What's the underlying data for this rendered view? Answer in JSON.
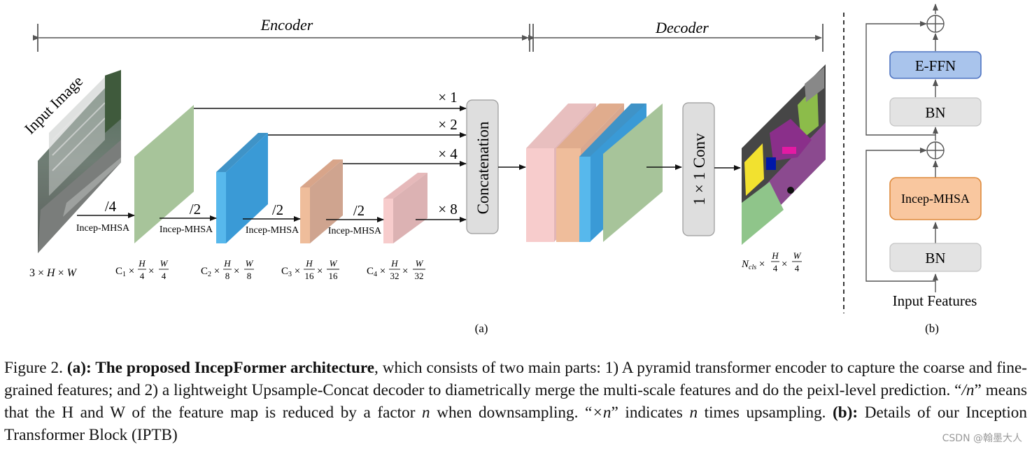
{
  "figure": {
    "encoder_label": "Encoder",
    "decoder_label": "Decoder",
    "input_label": "Input Image",
    "input_dims": "3 × H × W",
    "downsample": [
      "/4",
      "/2",
      "/2",
      "/2"
    ],
    "stage_block_label": "Incep-MHSA",
    "feature_dims": [
      {
        "c": "C",
        "sub": "1",
        "h": "4",
        "w": "4"
      },
      {
        "c": "C",
        "sub": "2",
        "h": "8",
        "w": "8"
      },
      {
        "c": "C",
        "sub": "3",
        "h": "16",
        "w": "16"
      },
      {
        "c": "C",
        "sub": "4",
        "h": "32",
        "w": "32"
      }
    ],
    "upsample": [
      "× 1",
      "× 2",
      "× 4",
      "× 8"
    ],
    "concat_label": "Concatenation",
    "conv_label": "1 × 1 Conv",
    "output_dims": {
      "n": "N",
      "sub": "cls",
      "h": "4",
      "w": "4"
    },
    "sub_a": "(a)",
    "sub_b": "(b)",
    "iptb": {
      "effn": "E-FFN",
      "bn_top": "BN",
      "mhsa": "Incep-MHSA",
      "bn_bottom": "BN",
      "input": "Input Features",
      "plus": "⊕"
    }
  },
  "caption": {
    "prefix": "Figure 2. ",
    "a_label": "(a):",
    "a_title": " The proposed IncepFormer architecture",
    "a_text_1": ", which consists of two main parts: 1) A pyramid transformer encoder to capture the coarse and fine-grained features; and 2) a lightweight Upsample-Concat decoder to diametrically merge the multi-scale features and do the peixl-level prediction. “",
    "slash_n": "/n",
    "a_text_2": "” means that the H and W of the feature map is reduced by a factor ",
    "n1": "n",
    "a_text_3": " when downsampling. “",
    "times_n": "×n",
    "a_text_4": "” indicates ",
    "n2": "n",
    "a_text_5": " times upsampling. ",
    "b_label": "(b):",
    "b_text": " Details of our Inception Transformer Block (IPTB)"
  },
  "watermark": "CSDN @翰墨大人",
  "colors": {
    "green": "#a7c49a",
    "blue": "#57b8ec",
    "orange": "#efbd9b",
    "pink": "#f7cccc",
    "gray_box": "#dedede",
    "effn_fill": "#a9c4ec",
    "effn_stroke": "#4f74c2",
    "mhsa_fill": "#f9c79f",
    "mhsa_stroke": "#de8a3c"
  }
}
